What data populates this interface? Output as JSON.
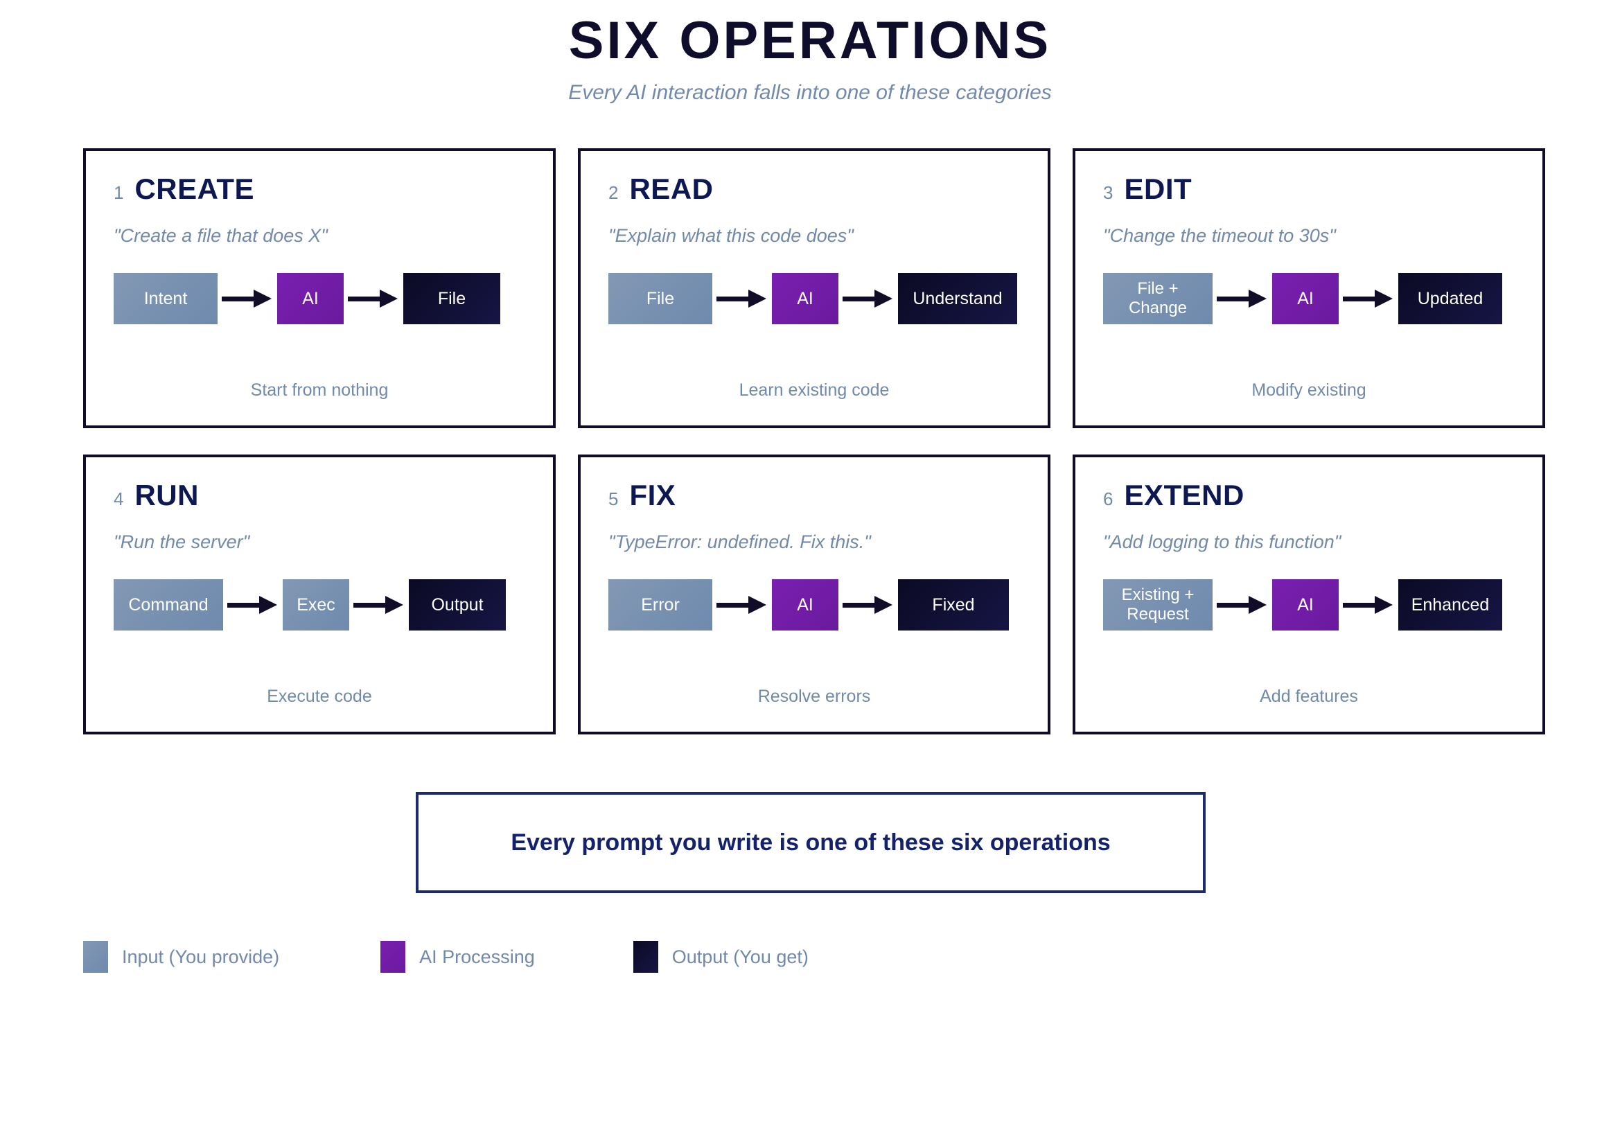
{
  "header": {
    "title": "SIX OPERATIONS",
    "subtitle": "Every AI interaction falls into one of these categories"
  },
  "cards": [
    {
      "number": "1",
      "title": "CREATE",
      "quote": "\"Create a file that does X\"",
      "caption": "Start from nothing",
      "nodes": [
        {
          "label": "Intent",
          "kind": "input",
          "width": 150
        },
        {
          "label": "AI",
          "kind": "ai",
          "width": 96
        },
        {
          "label": "File",
          "kind": "output",
          "width": 140
        }
      ]
    },
    {
      "number": "2",
      "title": "READ",
      "quote": "\"Explain what this code does\"",
      "caption": "Learn existing code",
      "nodes": [
        {
          "label": "File",
          "kind": "input",
          "width": 150
        },
        {
          "label": "AI",
          "kind": "ai",
          "width": 96
        },
        {
          "label": "Understand",
          "kind": "output",
          "width": 172
        }
      ]
    },
    {
      "number": "3",
      "title": "EDIT",
      "quote": "\"Change the timeout to 30s\"",
      "caption": "Modify existing",
      "nodes": [
        {
          "label": "File +\nChange",
          "kind": "input",
          "width": 158,
          "two_line": true
        },
        {
          "label": "AI",
          "kind": "ai",
          "width": 96
        },
        {
          "label": "Updated",
          "kind": "output",
          "width": 150
        }
      ]
    },
    {
      "number": "4",
      "title": "RUN",
      "quote": "\"Run the server\"",
      "caption": "Execute code",
      "nodes": [
        {
          "label": "Command",
          "kind": "input",
          "width": 158
        },
        {
          "label": "Exec",
          "kind": "input",
          "width": 96
        },
        {
          "label": "Output",
          "kind": "output",
          "width": 140
        }
      ]
    },
    {
      "number": "5",
      "title": "FIX",
      "quote": "\"TypeError: undefined. Fix this.\"",
      "caption": "Resolve errors",
      "nodes": [
        {
          "label": "Error",
          "kind": "input",
          "width": 150
        },
        {
          "label": "AI",
          "kind": "ai",
          "width": 96
        },
        {
          "label": "Fixed",
          "kind": "output",
          "width": 160
        }
      ]
    },
    {
      "number": "6",
      "title": "EXTEND",
      "quote": "\"Add logging to this function\"",
      "caption": "Add features",
      "nodes": [
        {
          "label": "Existing +\nRequest",
          "kind": "input",
          "width": 158,
          "two_line": true
        },
        {
          "label": "AI",
          "kind": "ai",
          "width": 96
        },
        {
          "label": "Enhanced",
          "kind": "output",
          "width": 150
        }
      ]
    }
  ],
  "summary": {
    "text": "Every prompt you write is one of these six operations"
  },
  "legend": [
    {
      "label": "Input (You provide)",
      "kind": "input",
      "color": "#7590b5"
    },
    {
      "label": "AI Processing",
      "kind": "ai",
      "color": "#7a1fb0"
    },
    {
      "label": "Output (You get)",
      "kind": "output",
      "color": "#0f0e32"
    }
  ],
  "colors": {
    "title": "#0e0d2b",
    "muted": "#7189ab",
    "card_title": "#0d1852",
    "border": "#110c28",
    "summary_border": "#1d2a6e",
    "summary_text": "#13226b"
  }
}
